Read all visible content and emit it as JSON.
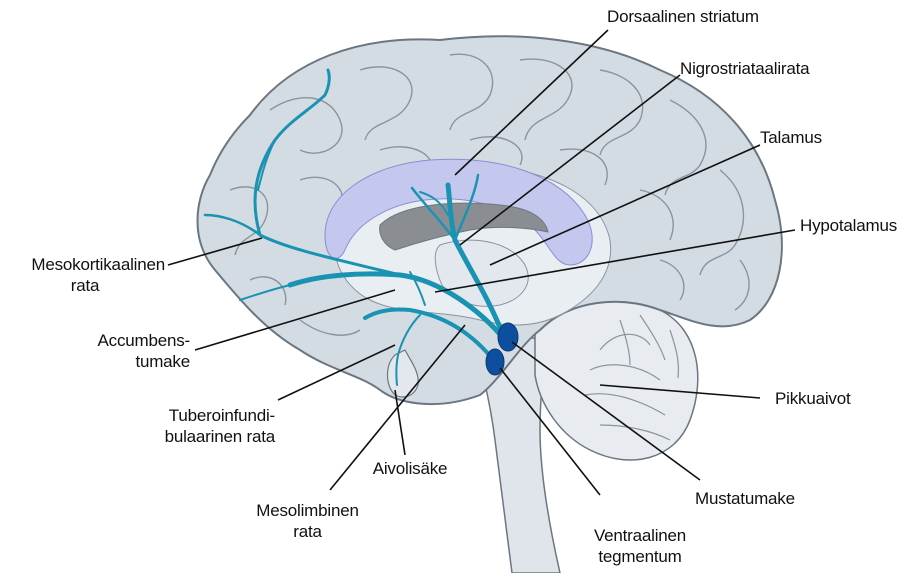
{
  "colors": {
    "brain_fill": "#d3dbe3",
    "brain_stroke": "#6b7680",
    "fold_stroke": "#8a949e",
    "inner_light": "#e9eef3",
    "corpus_callosum": "#c4c8ee",
    "ventricle": "#8a8e92",
    "pathway": "#1a93b3",
    "pathway_light": "#57b7cf",
    "nucleus": "#0d4f9e",
    "leader_line": "#111111"
  },
  "labels": {
    "dorsal_striatum": "Dorsaalinen striatum",
    "nigrostriatal": "Nigrostriataalirata",
    "thalamus": "Talamus",
    "hypothalamus": "Hypotalamus",
    "mesocortical_1": "Mesokortikaalinen",
    "mesocortical_2": "rata",
    "accumbens_1": "Accumbens-",
    "accumbens_2": "tumake",
    "tuberoinfundibular_1": "Tuberoinfundi-",
    "tuberoinfundibular_2": "bulaarinen rata",
    "pituitary": "Aivolisäke",
    "mesolimbic_1": "Mesolimbinen",
    "mesolimbic_2": "rata",
    "substantia_nigra": "Mustatumake",
    "vta_1": "Ventraalinen",
    "vta_2": "tegmentum",
    "cerebellum": "Pikkuaivot"
  }
}
